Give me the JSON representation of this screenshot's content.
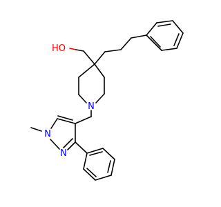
{
  "molecule": {
    "atom_labels": {
      "hydroxyl": "HO",
      "piperidine_n": "N",
      "pyrazole_n1": "N",
      "pyrazole_n2": "N"
    },
    "colors": {
      "bond": "#000000",
      "oxygen": "#ff0000",
      "nitrogen": "#0000ff",
      "background": "#ffffff"
    }
  }
}
